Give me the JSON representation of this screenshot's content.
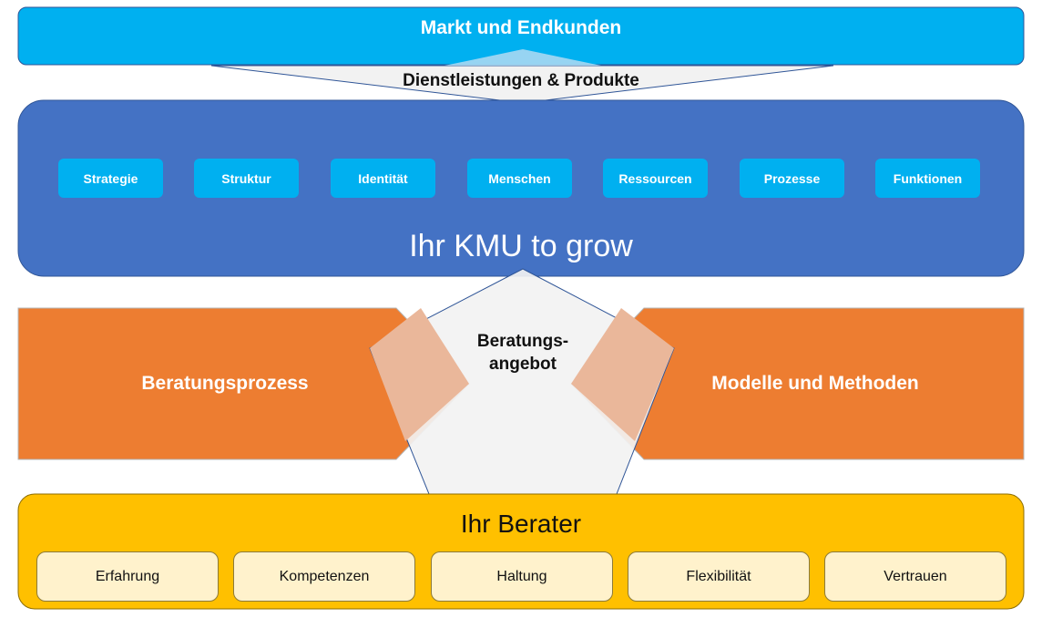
{
  "market": {
    "title": "Markt und Endkunden"
  },
  "services": {
    "label": "Dienstleistungen & Produkte"
  },
  "company": {
    "title": "Ihr KMU to grow",
    "items": [
      {
        "label": "Strategie"
      },
      {
        "label": "Struktur"
      },
      {
        "label": "Identität"
      },
      {
        "label": "Menschen"
      },
      {
        "label": "Ressourcen"
      },
      {
        "label": "Prozesse"
      },
      {
        "label": "Funktionen"
      }
    ]
  },
  "consulting_offer": {
    "line1": "Beratungs-",
    "line2": "angebot"
  },
  "consulting_process": {
    "label": "Beratungsprozess"
  },
  "models_methods": {
    "label": "Modelle und Methoden"
  },
  "consultant": {
    "title": "Ihr Berater",
    "items": [
      {
        "label": "Erfahrung"
      },
      {
        "label": "Kompetenzen"
      },
      {
        "label": "Haltung"
      },
      {
        "label": "Flexibilität"
      },
      {
        "label": "Vertrauen"
      }
    ]
  },
  "colors": {
    "market": "#00b0f0",
    "company": "#4472c4",
    "process": "#ed7d31",
    "consultant": "#ffc000",
    "card": "#fff2cc",
    "pentagon": "#f2f2f2"
  }
}
